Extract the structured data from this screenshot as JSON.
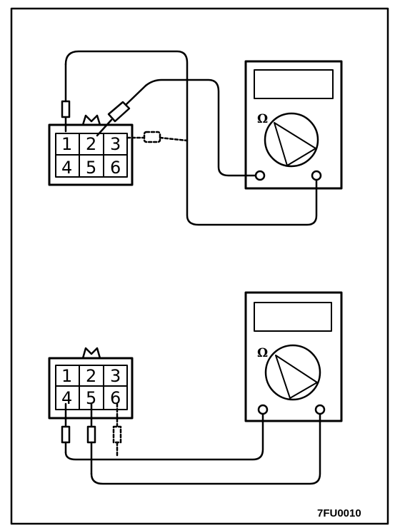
{
  "top_connector": {
    "pins": [
      "1",
      "2",
      "3",
      "4",
      "5",
      "6"
    ]
  },
  "bottom_connector": {
    "pins": [
      "1",
      "2",
      "3",
      "4",
      "5",
      "6"
    ]
  },
  "meter_top": {
    "symbol": "Ω"
  },
  "meter_bottom": {
    "symbol": "Ω"
  },
  "figure_code": "7FU0010",
  "colors": {
    "ink": "#000000",
    "paper": "#ffffff"
  }
}
